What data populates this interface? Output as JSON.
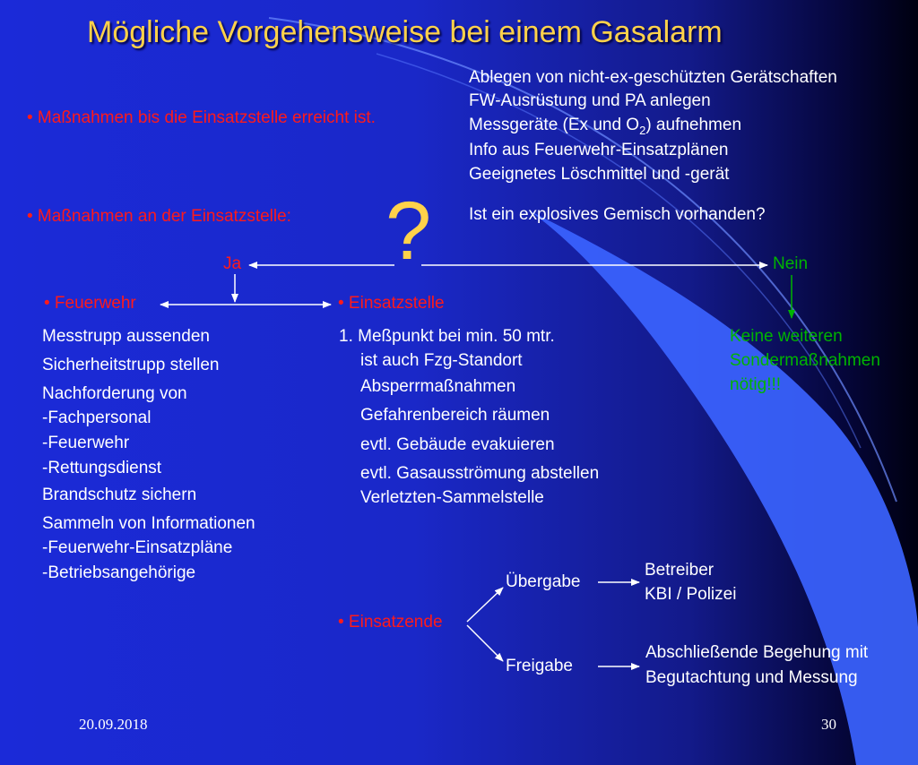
{
  "title": "Mögliche Vorgehensweise bei einem Gasalarm",
  "section1": {
    "label": "• Maßnahmen bis die Einsatzstelle erreicht ist.",
    "items": [
      "Ablegen von nicht-ex-geschützten Gerätschaften",
      "FW-Ausrüstung und PA anlegen",
      {
        "pre": "Messgeräte (Ex und O",
        "sub": "2",
        "post": ") aufnehmen"
      },
      "Info aus Feuerwehr-Einsatzplänen",
      "Geeignetes Löschmittel und -gerät"
    ]
  },
  "section2": {
    "label": "• Maßnahmen an der Einsatzstelle:",
    "question_mark": "?",
    "question": "Ist ein explosives Gemisch vorhanden?"
  },
  "branches": {
    "yes": "Ja",
    "no": "Nein"
  },
  "feuerwehr": {
    "label": "• Feuerwehr",
    "items": [
      "Messtrupp aussenden",
      "Sicherheitstrupp stellen",
      "Nachforderung von",
      " -Fachpersonal",
      " -Feuerwehr",
      " -Rettungsdienst",
      "Brandschutz sichern",
      "Sammeln von Informationen",
      " -Feuerwehr-Einsatzpläne",
      " -Betriebsangehörige"
    ]
  },
  "einsatzstelle": {
    "label": "• Einsatzstelle",
    "items": [
      "1. Meßpunkt bei min. 50 mtr.",
      "ist auch Fzg-Standort",
      "Absperrmaßnahmen",
      "Gefahrenbereich räumen",
      "evtl. Gebäude evakuieren",
      "evtl. Gasausströmung abstellen",
      "Verletzten-Sammelstelle"
    ]
  },
  "nein_result": [
    "Keine weiteren",
    "Sondermaßnahmen",
    "nötig!!!"
  ],
  "einsatzende": {
    "label": "• Einsatzende",
    "uebergabe": "Übergabe",
    "uebergabe_targets": [
      "Betreiber",
      "KBI / Polizei"
    ],
    "freigabe": "Freigabe",
    "freigabe_targets": [
      "Abschließende Begehung mit",
      "Begutachtung und Messung"
    ]
  },
  "footer": {
    "date": "20.09.2018",
    "page": "30"
  },
  "colors": {
    "title": "#ffd24a",
    "label": "#ff1a1a",
    "result": "#00b400",
    "text": "#ffffff",
    "accent_shape": "#2d55ff"
  }
}
